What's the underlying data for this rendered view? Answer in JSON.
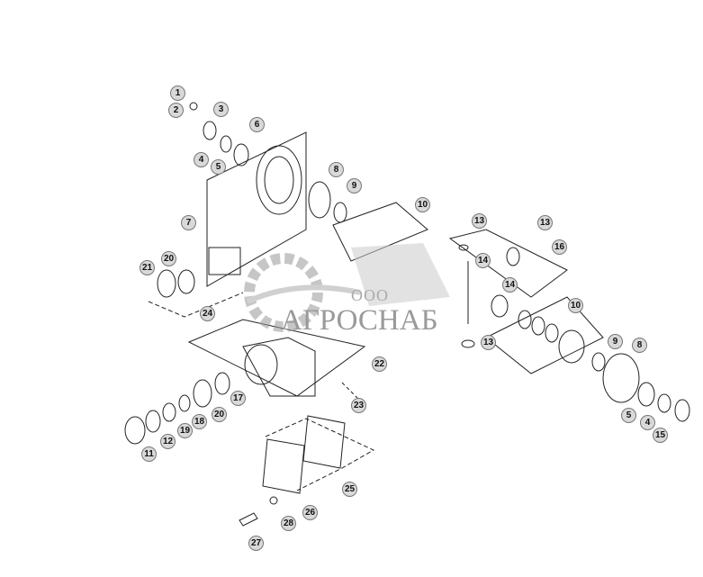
{
  "watermark": {
    "prefix": "ООО",
    "name": "АГРОСНАБ"
  },
  "callouts": [
    "1",
    "2",
    "3",
    "4",
    "5",
    "6",
    "7",
    "8",
    "9",
    "10",
    "13",
    "13",
    "16",
    "14",
    "14",
    "10",
    "13",
    "9",
    "8",
    "5",
    "4",
    "15",
    "21",
    "20",
    "24",
    "22",
    "17",
    "20",
    "18",
    "19",
    "12",
    "11",
    "23",
    "25",
    "26",
    "28",
    "27"
  ],
  "colors": {
    "line": "#222222",
    "callout_fill": "#d9d9d9",
    "watermark": "#9a9a9a"
  }
}
